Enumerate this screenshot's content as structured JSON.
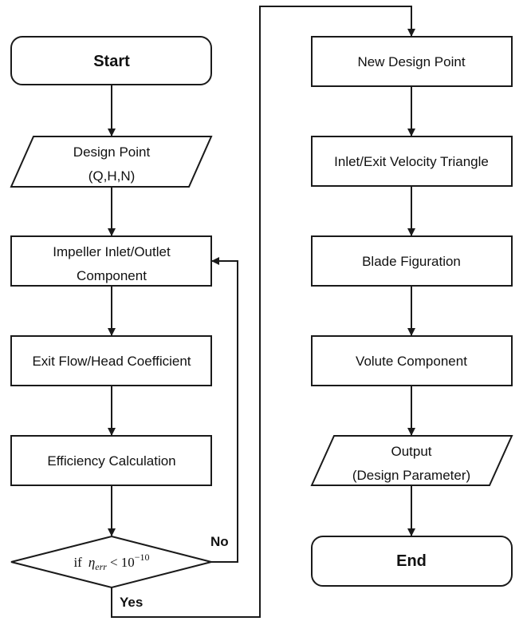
{
  "nodes": {
    "start": "Start",
    "design_point_line1": "Design Point",
    "design_point_line2": "(Q,H,N)",
    "impeller_line1": "Impeller Inlet/Outlet",
    "impeller_line2": "Component",
    "exit_flow": "Exit Flow/Head Coefficient",
    "efficiency": "Efficiency Calculation",
    "condition": {
      "if": "if",
      "eta": "η",
      "sub": "err",
      "lt": "< 10",
      "exp": "−10"
    },
    "new_design_point": "New Design Point",
    "velocity_triangle": "Inlet/Exit Velocity Triangle",
    "blade_figuration": "Blade Figuration",
    "volute_component": "Volute Component",
    "output_line1": "Output",
    "output_line2": "(Design Parameter)",
    "end": "End"
  },
  "edge_labels": {
    "no": "No",
    "yes": "Yes"
  }
}
